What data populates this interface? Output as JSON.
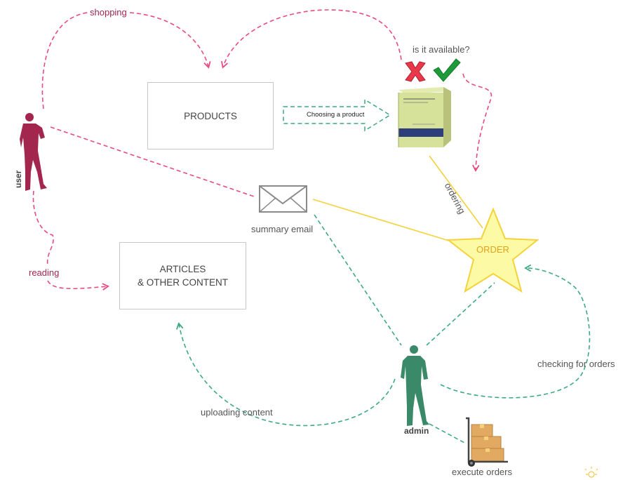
{
  "nodes": {
    "products": "PRODUCTS",
    "articles_line1": "ARTICLES",
    "articles_line2": "& OTHER CONTENT",
    "order": "ORDER",
    "summary_email": "summary email",
    "user": "user",
    "admin": "admin",
    "execute_orders": "execute orders"
  },
  "edges": {
    "shopping": "shopping",
    "reading": "reading",
    "is_available": "is it available?",
    "choosing_product": "Choosing a product",
    "ordering": "ordering",
    "checking_orders": "checking for orders",
    "uploading_content": "uploading content"
  },
  "colors": {
    "user_link": "#e84b82",
    "admin_link": "#3daa80",
    "order_link": "#f4d23c",
    "user_figure": "#a3264f",
    "admin_figure": "#3a8a6a",
    "star_fill": "#fdfaa6",
    "star_stroke": "#f4d23c"
  },
  "icons": [
    "x-mark-icon",
    "check-mark-icon",
    "product-box-icon",
    "envelope-icon",
    "star-icon",
    "person-icon",
    "boxes-trolley-icon",
    "lightbulb-icon"
  ]
}
